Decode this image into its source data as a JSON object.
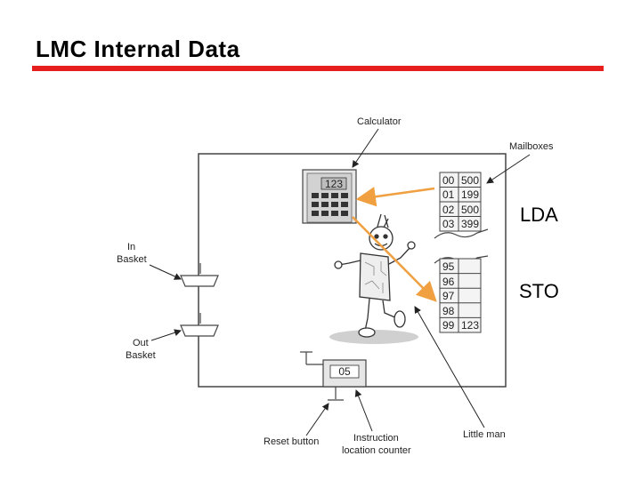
{
  "slide": {
    "title": "LMC Internal Data",
    "rule_color": "#e61e1e"
  },
  "labels": {
    "calculator": "Calculator",
    "mailboxes": "Mailboxes",
    "in_basket_line1": "In",
    "in_basket_line2": "Basket",
    "out_basket_line1": "Out",
    "out_basket_line2": "Basket",
    "reset_button": "Reset button",
    "instruction_line1": "Instruction",
    "instruction_line2": "location counter",
    "little_man": "Little man"
  },
  "calculator": {
    "display": "123"
  },
  "counter": {
    "display": "05"
  },
  "mailboxes_top": [
    {
      "addr": "00",
      "value": "500"
    },
    {
      "addr": "01",
      "value": "199"
    },
    {
      "addr": "02",
      "value": "500"
    },
    {
      "addr": "03",
      "value": "399"
    }
  ],
  "mailboxes_bottom": [
    {
      "addr": "95",
      "value": ""
    },
    {
      "addr": "96",
      "value": ""
    },
    {
      "addr": "97",
      "value": ""
    },
    {
      "addr": "98",
      "value": ""
    },
    {
      "addr": "99",
      "value": "123"
    }
  ],
  "annotations": {
    "lda": "LDA",
    "sto": "STO",
    "arrow_color": "#f0a040"
  }
}
